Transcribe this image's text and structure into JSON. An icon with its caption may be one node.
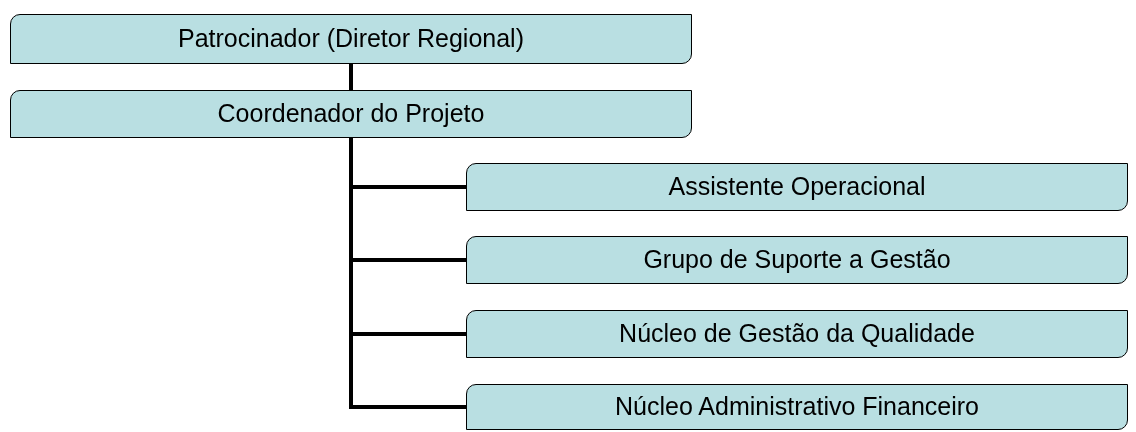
{
  "diagram": {
    "nodes": [
      {
        "text": [
          "Patrocinador (Diretor Regional)"
        ]
      },
      {
        "text": [
          "Coordenador do Projeto"
        ]
      },
      {
        "text": [
          "Assistente Operacional"
        ]
      },
      {
        "text": [
          "Grupo de Suporte a Gestão"
        ]
      },
      {
        "text": [
          "Núcleo de Gestão da Qualidade"
        ]
      },
      {
        "text": [
          "Núcleo Administrativo Financeiro"
        ]
      }
    ],
    "edges": [
      {
        "from": 0,
        "to": 1,
        "arrow": "none"
      },
      {
        "from": 1,
        "to": 2,
        "arrow": "none"
      },
      {
        "from": 1,
        "to": 3,
        "arrow": "none"
      },
      {
        "from": 1,
        "to": 4,
        "arrow": "none"
      },
      {
        "from": 1,
        "to": 5,
        "arrow": "none"
      }
    ]
  }
}
